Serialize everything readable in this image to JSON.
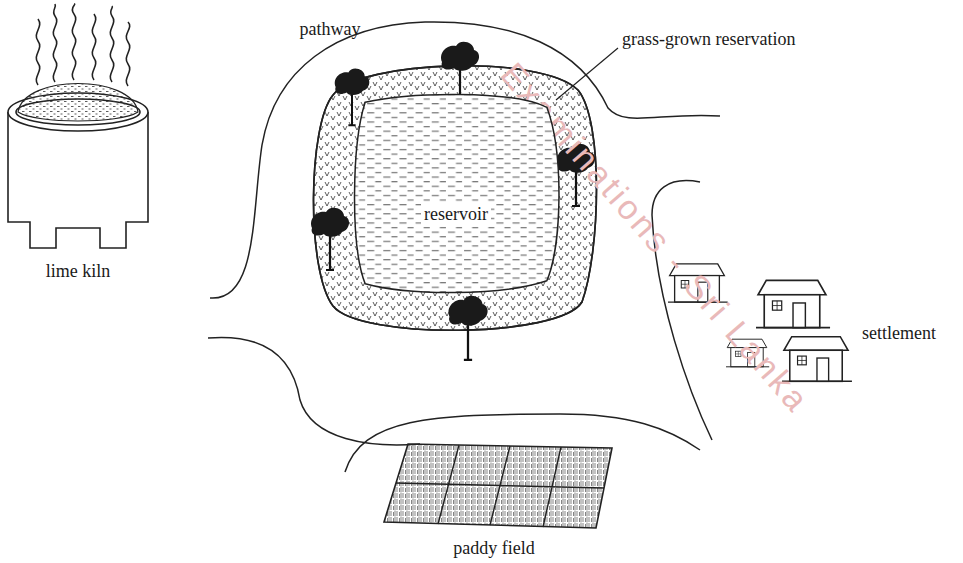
{
  "diagram": {
    "nodes": [
      {
        "text": [
          "reservoir"
        ]
      }
    ],
    "labels": [
      "Examinations - Sri Lanka",
      "pathway",
      "grass-grown reservation",
      "lime kiln",
      "settlement",
      "paddy field"
    ]
  }
}
